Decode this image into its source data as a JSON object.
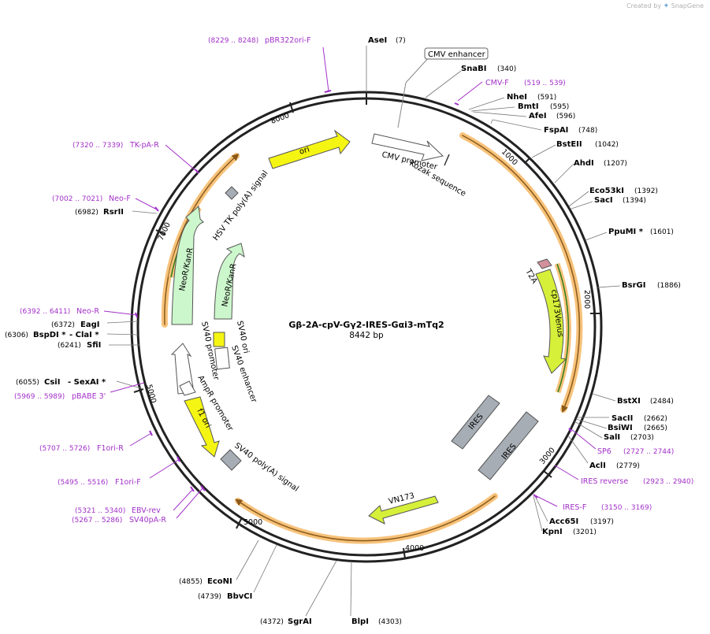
{
  "watermark": {
    "created_by": "Created by",
    "brand": "SnapGene"
  },
  "plasmid": {
    "name": "Gβ-2A-cpV-Gγ2-IRES-Gαi3-mTq2",
    "size": "8442 bp"
  },
  "ticks": [
    "1000",
    "2000",
    "3000",
    "4000",
    "5000",
    "5000",
    "7000",
    "8000"
  ],
  "features": {
    "cmv_enhancer": "CMV enhancer",
    "cmv_promoter": "CMV promoter",
    "kozak": "Kozak sequence",
    "t2a": "T2A",
    "cp173venus": "cp173Venus",
    "ires_1": "IRES",
    "ires_2": "IRES",
    "vn173": "VN173",
    "ori": "ori",
    "hsv_tk": "HSV TK poly(A) signal",
    "neor_outer": "NeoR/KanR",
    "neor_inner": "NeoR/KanR",
    "sv40_ori": "SV40 ori",
    "sv40_promoter": "SV40 promoter",
    "sv40_enhancer": "SV40 enhancer",
    "ampr_promoter": "AmpR promoter",
    "f1_ori": "f1 ori",
    "sv40_polya": "SV40 poly(A) signal"
  },
  "sites_right": [
    {
      "name": "AseI",
      "pos": "(7)"
    },
    {
      "name": "SnaBI",
      "pos": "(340)"
    },
    {
      "name": "NheI",
      "pos": "(591)"
    },
    {
      "name": "BmtI",
      "pos": "(595)"
    },
    {
      "name": "AfeI",
      "pos": "(596)"
    },
    {
      "name": "FspAI",
      "pos": "(748)"
    },
    {
      "name": "BstEII",
      "pos": "(1042)"
    },
    {
      "name": "AhdI",
      "pos": "(1207)"
    },
    {
      "name": "Eco53kI",
      "pos": "(1392)"
    },
    {
      "name": "SacI",
      "pos": "(1394)"
    },
    {
      "name": "PpuMI *",
      "pos": "(1601)"
    },
    {
      "name": "BsrGI",
      "pos": "(1886)"
    },
    {
      "name": "BstXI",
      "pos": "(2484)"
    },
    {
      "name": "SacII",
      "pos": "(2662)"
    },
    {
      "name": "BsiWI",
      "pos": "(2665)"
    },
    {
      "name": "SalI",
      "pos": "(2703)"
    },
    {
      "name": "AclI",
      "pos": "(2779)"
    },
    {
      "name": "Acc65I",
      "pos": "(3197)"
    },
    {
      "name": "KpnI",
      "pos": "(3201)"
    }
  ],
  "sites_bottom": [
    {
      "name": "BlpI",
      "pos": "(4303)"
    },
    {
      "name": "SgrAI",
      "pos": "(4372)"
    },
    {
      "name": "BbvCI",
      "pos": "(4739)"
    },
    {
      "name": "EcoNI",
      "pos": "(4855)"
    }
  ],
  "sites_left": [
    {
      "name": "CsiI",
      "pos": "(6055)"
    },
    {
      "name": "- SexAI *",
      "pos": ""
    },
    {
      "name": "SfiI",
      "pos": "(6241)"
    },
    {
      "name": "BspDI *",
      "pos": "(6306)"
    },
    {
      "name": "- ClaI *",
      "pos": ""
    },
    {
      "name": "EagI",
      "pos": "(6372)"
    },
    {
      "name": "RsrII",
      "pos": "(6982)"
    }
  ],
  "primers": [
    {
      "name": "pBR322ori-F",
      "range": "(8229 .. 8248)"
    },
    {
      "name": "CMV-F",
      "range": "(519 .. 539)"
    },
    {
      "name": "SP6",
      "range": "(2727 .. 2744)"
    },
    {
      "name": "IRES reverse",
      "range": "(2923 .. 2940)"
    },
    {
      "name": "IRES-F",
      "range": "(3150 .. 3169)"
    },
    {
      "name": "EBV-rev",
      "range": "(5321 .. 5340)"
    },
    {
      "name": "SV40pA-R",
      "range": "(5267 .. 5286)"
    },
    {
      "name": "F1ori-F",
      "range": "(5495 .. 5516)"
    },
    {
      "name": "F1ori-R",
      "range": "(5707 .. 5726)"
    },
    {
      "name": "pBABE 3'",
      "range": "(5969 .. 5989)"
    },
    {
      "name": "Neo-R",
      "range": "(6392 .. 6411)"
    },
    {
      "name": "Neo-F",
      "range": "(7002 .. 7021)"
    },
    {
      "name": "TK-pA-R",
      "range": "(7320 .. 7339)"
    }
  ],
  "colors": {
    "backbone": "#222222",
    "primer": "#a230c9",
    "orf_highlight": "#f7c27a",
    "ori": "#f5f514",
    "venus": "#d6f03a",
    "neo": "#ccf7cc",
    "ires": "#a7adb5",
    "t2a": "#d2909c"
  }
}
